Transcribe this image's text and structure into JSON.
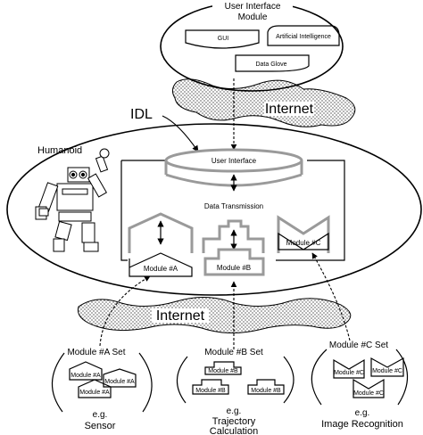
{
  "ui_module": {
    "title_line1": "User Interface",
    "title_line2": "Module",
    "gui": "GUI",
    "ai": "Artificial Intelligence",
    "glove": "Data Glove"
  },
  "internet_top": "Internet",
  "internet_bottom": "Internet",
  "idl": "IDL",
  "humanoid": "Humanoid",
  "core": {
    "user_interface": "User Interface",
    "data_transmission": "Data Transmission",
    "module_a": "Module #A",
    "module_b": "Module #B",
    "module_c": "Module #C"
  },
  "sets": {
    "a": {
      "title": "Module #A Set",
      "item": "Module #A",
      "eg": "e.g.",
      "desc1": "Sensor"
    },
    "b": {
      "title": "Module #B Set",
      "item": "Module #B",
      "eg": "e.g.",
      "desc1": "Trajectory",
      "desc2": "Calculation"
    },
    "c": {
      "title": "Module #C Set",
      "item": "Module #C",
      "eg": "e.g.",
      "desc1": "Image Recognition"
    }
  }
}
